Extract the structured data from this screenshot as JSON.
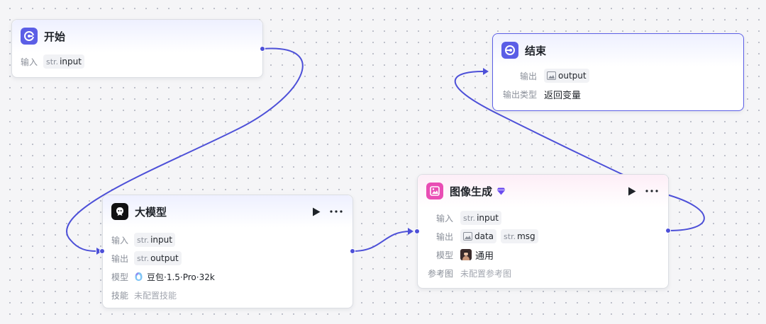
{
  "colors": {
    "accent": "#5b5ee6",
    "edge": "#4d50d8",
    "start_icon": "#5b5ee6",
    "llm_icon": "#111111",
    "image_icon": "#e94db4",
    "badge": "#6b4cf0"
  },
  "nodes": {
    "start": {
      "title": "开始",
      "icon": "start-icon",
      "input_label": "输入",
      "input_type": "str.",
      "input_name": "input"
    },
    "end": {
      "title": "结束",
      "icon": "end-icon",
      "output_label": "输出",
      "output_name": "output",
      "output_type_label": "输出类型",
      "output_type_value": "返回变量"
    },
    "llm": {
      "title": "大模型",
      "icon": "llm-icon",
      "input_label": "输入",
      "input_type": "str.",
      "input_name": "input",
      "output_label": "输出",
      "output_type": "str.",
      "output_name": "output",
      "model_label": "模型",
      "model_value": "豆包·1.5·Pro·32k",
      "skill_label": "技能",
      "skill_value": "未配置技能"
    },
    "image": {
      "title": "图像生成",
      "icon": "image-gen-icon",
      "input_label": "输入",
      "input_type": "str.",
      "input_name": "input",
      "output_label": "输出",
      "output_name_1": "data",
      "output_type_2": "str.",
      "output_name_2": "msg",
      "model_label": "模型",
      "model_value": "通用",
      "ref_label": "参考图",
      "ref_value": "未配置参考图"
    }
  }
}
